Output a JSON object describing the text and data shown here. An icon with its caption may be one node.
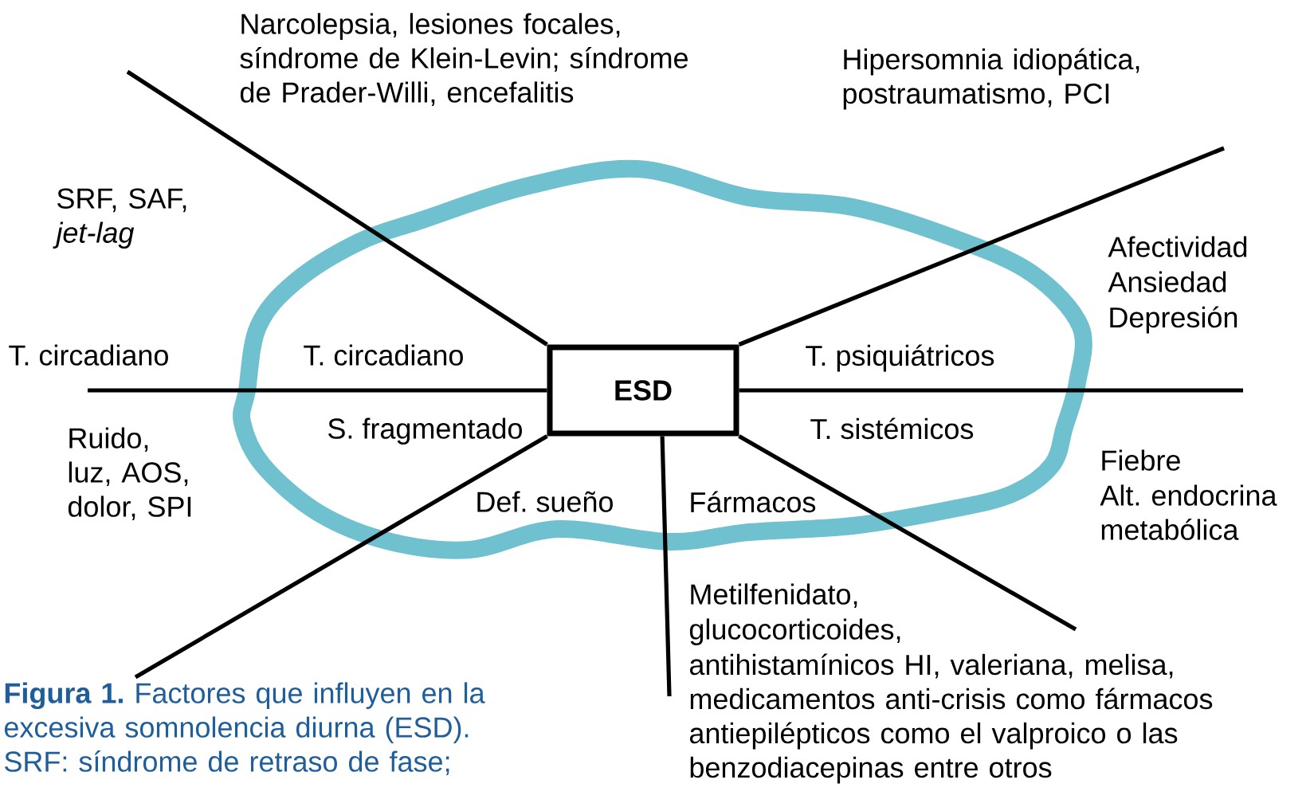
{
  "diagram": {
    "caption": "**Figura 1.** Factores que influyen en la excesiva somnolencia diurna (ESD). SRF: síndrome de retraso de fase;",
    "nodes": [
      {
        "text": [
          "ESD"
        ]
      }
    ],
    "labels": [
      "Narcolepsia, lesiones focales, síndrome de Klein-Levin; síndrome de Prader-Willi, encefalitis",
      "Hipersomnia idiopática, postraumatismo, PCI",
      "SRF, SAF, *jet-lag*",
      "Afectividad",
      "Ansiedad",
      "Depresión",
      "T. circadiano",
      "T. circadiano",
      "T. psiquiátricos",
      "Ruido, luz, AOS, dolor, SPI",
      "S. fragmentado",
      "T. sistémicos",
      "Fiebre",
      "Alt. endocrina metabólica",
      "Def. sueño",
      "Fármacos",
      "Metilfenidato,",
      "glucocorticoides,",
      "antihistamínicos HI, valeriana, melisa, medicamentos anti-crisis como fármacos antiepilépticos como el valproico o las benzodiacepinas entre otros"
    ]
  }
}
